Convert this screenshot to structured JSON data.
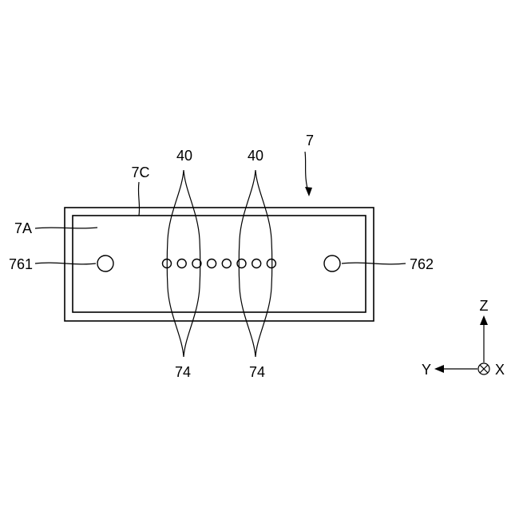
{
  "figure": {
    "labels": {
      "device": "7",
      "surface": "7A",
      "edge": "7C",
      "left_hole": "761",
      "right_hole": "762",
      "group_top_left": "40",
      "group_top_right": "40",
      "group_bottom_left": "74",
      "group_bottom_right": "74"
    },
    "axes": {
      "z": "Z",
      "y": "Y",
      "x": "X"
    },
    "small_hole_count": 8
  }
}
